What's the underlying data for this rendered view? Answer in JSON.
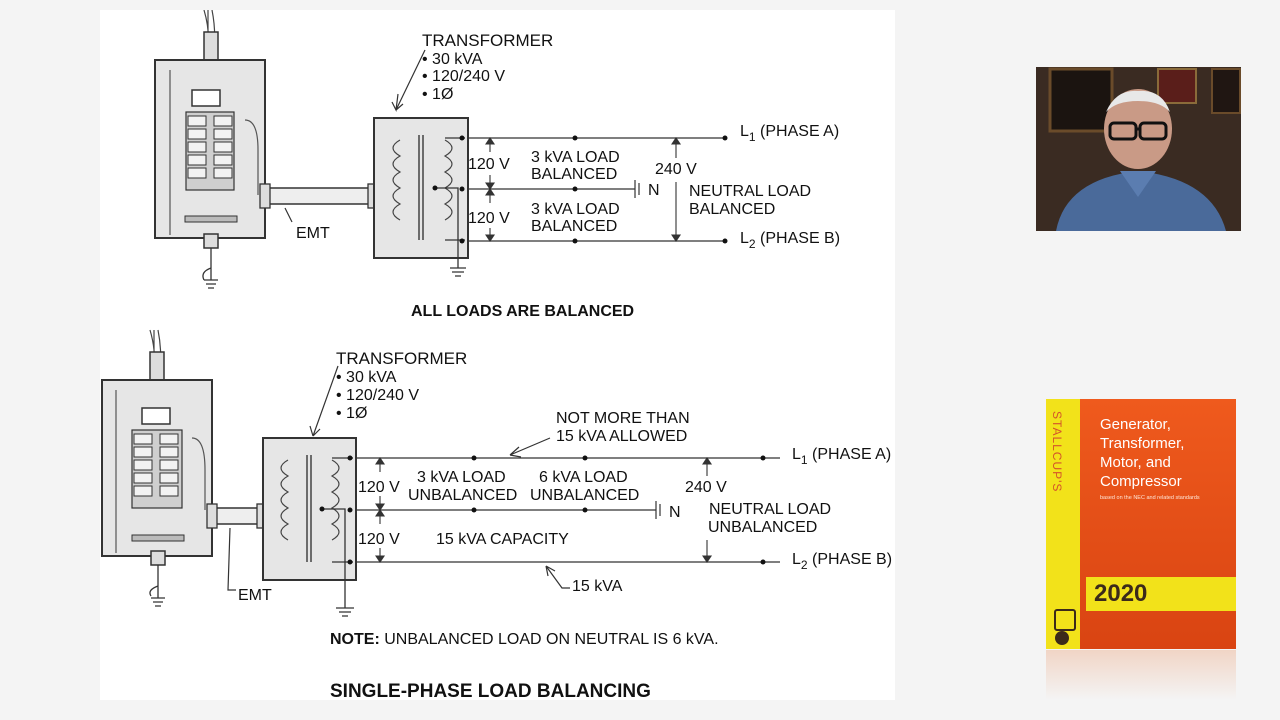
{
  "top_diagram": {
    "transformer_title": "TRANSFORMER",
    "spec_1": "• 30 kVA",
    "spec_2": "• 120/240 V",
    "spec_3": "• 1Ø",
    "l1_label": "L",
    "l1_sub": "1",
    "l1_phase": " (PHASE A)",
    "l2_label": "L",
    "l2_sub": "2",
    "l2_phase": " (PHASE B)",
    "v_upper": "120 V",
    "v_lower": "120 V",
    "load_upper_1": "3 kVA LOAD",
    "load_upper_2": "BALANCED",
    "load_lower_1": "3 kVA LOAD",
    "load_lower_2": "BALANCED",
    "v_total": "240 V",
    "neutral": "N",
    "neutral_load_1": "NEUTRAL LOAD",
    "neutral_load_2": "BALANCED",
    "emt": "EMT",
    "caption": "ALL LOADS ARE BALANCED"
  },
  "bottom_diagram": {
    "transformer_title": "TRANSFORMER",
    "spec_1": "• 30 kVA",
    "spec_2": "• 120/240 V",
    "spec_3": "• 1Ø",
    "limit_1": "NOT MORE THAN",
    "limit_2": "15 kVA ALLOWED",
    "l1_label": "L",
    "l1_sub": "1",
    "l1_phase": " (PHASE A)",
    "l2_label": "L",
    "l2_sub": "2",
    "l2_phase": " (PHASE B)",
    "v_upper": "120 V",
    "v_lower": "120 V",
    "load_a_1": "3 kVA LOAD",
    "load_a_2": "UNBALANCED",
    "load_b_1": "6 kVA LOAD",
    "load_b_2": "UNBALANCED",
    "v_total": "240 V",
    "neutral": "N",
    "neutral_load_1": "NEUTRAL LOAD",
    "neutral_load_2": "UNBALANCED",
    "capacity": "15 kVA CAPACITY",
    "bottom_kva": "15 kVA",
    "emt": "EMT",
    "note_bold": "NOTE:",
    "note_text": " UNBALANCED LOAD ON NEUTRAL IS 6 kVA.",
    "title": "SINGLE-PHASE LOAD BALANCING"
  },
  "book": {
    "spine": "STALLCUP'S",
    "title": "Generator, Transformer, Motor, and Compressor",
    "subtitle": "based on the NEC and related standards",
    "year": "2020"
  },
  "colors": {
    "book_orange": "#e44f18",
    "book_yellow": "#f2e21a",
    "panel_gray": "#e6e6e6"
  }
}
